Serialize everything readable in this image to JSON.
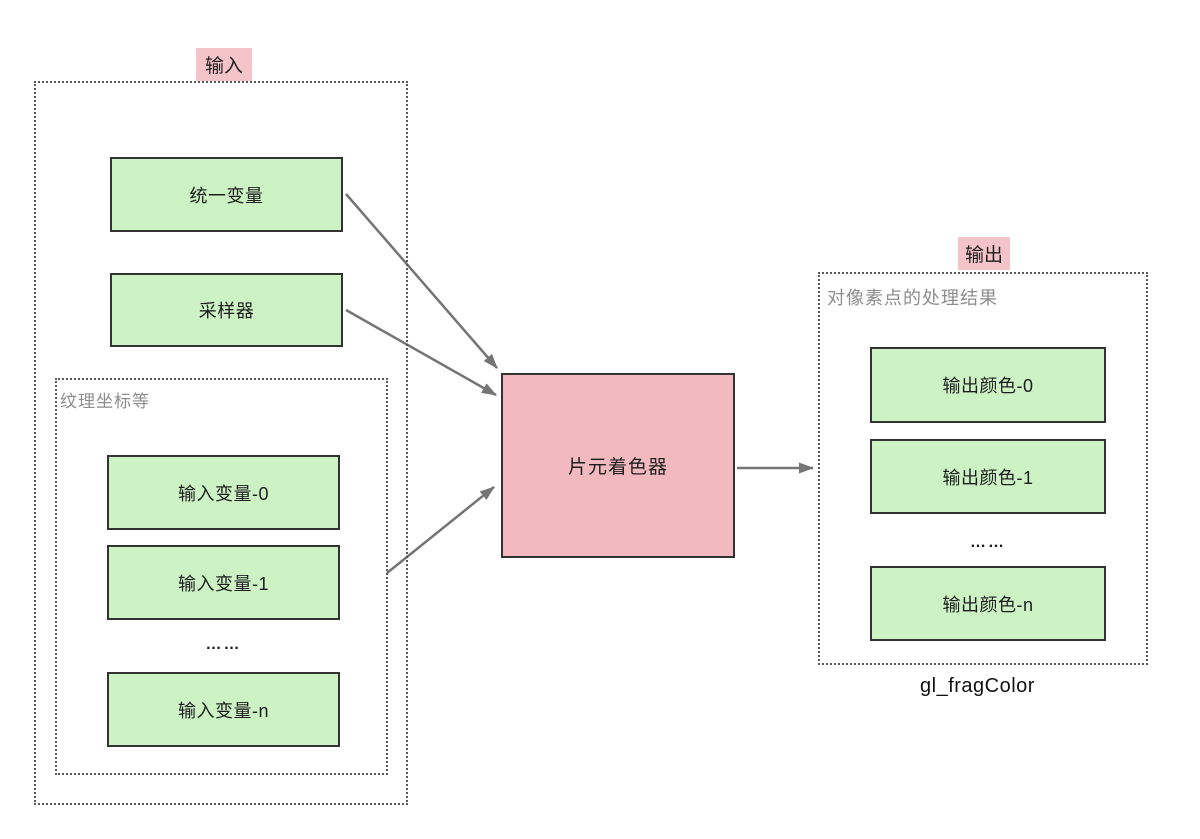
{
  "diagram": {
    "input_group": {
      "label": "输入",
      "uniform_box": "统一变量",
      "sampler_box": "采样器",
      "varying_group": {
        "caption": "纹理坐标等",
        "items": [
          "输入变量-0",
          "输入变量-1",
          "……",
          "输入变量-n"
        ]
      }
    },
    "shader": {
      "label": "片元着色器"
    },
    "output_group": {
      "label": "输出",
      "caption": "对像素点的处理结果",
      "items": [
        "输出颜色-0",
        "输出颜色-1",
        "……",
        "输出颜色-n"
      ],
      "footnote": "gl_fragColor"
    },
    "colors": {
      "green_fill": "#cdf3c5",
      "pink_fill": "#f2babe",
      "label_pink": "#f5c4c9",
      "border_dark": "#333333",
      "dashed": "#595959",
      "arrow": "#757575",
      "gray_text": "#8d8d8d"
    }
  }
}
